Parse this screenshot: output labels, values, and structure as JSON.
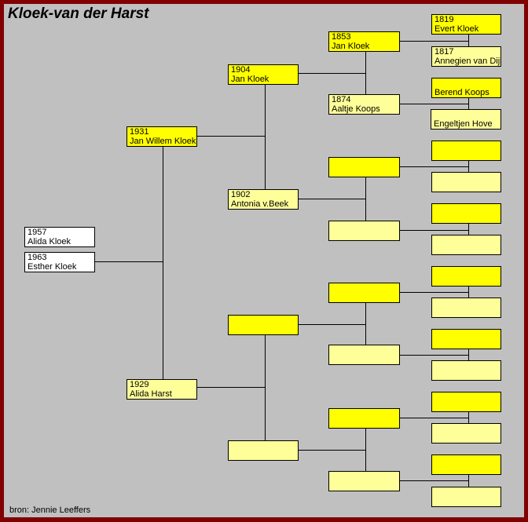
{
  "title": "Kloek-van der Harst",
  "source": "bron: Jennie Leeffers",
  "colors": {
    "frame": "#800000",
    "background": "#C0C0C0",
    "male": "#FFFF00",
    "female": "#FFFF99",
    "child": "#FFFFFF"
  },
  "children": [
    {
      "year": "1957",
      "name": "Alida Kloek"
    },
    {
      "year": "1963",
      "name": "Esther Kloek"
    }
  ],
  "parents": {
    "father": {
      "year": "1931",
      "name": "Jan Willem Kloek"
    },
    "mother": {
      "year": "1929",
      "name": "Alida Harst"
    }
  },
  "grandparents": [
    {
      "year": "1904",
      "name": "Jan Kloek"
    },
    {
      "year": "1902",
      "name": "Antonia v.Beek"
    },
    {
      "year": "",
      "name": ""
    },
    {
      "year": "",
      "name": ""
    }
  ],
  "great_grandparents": [
    {
      "year": "1853",
      "name": "Jan Kloek"
    },
    {
      "year": "1874",
      "name": "Aaltje Koops"
    },
    {
      "year": "",
      "name": ""
    },
    {
      "year": "",
      "name": ""
    },
    {
      "year": "",
      "name": ""
    },
    {
      "year": "",
      "name": ""
    },
    {
      "year": "",
      "name": ""
    },
    {
      "year": "",
      "name": ""
    }
  ],
  "great_great_grandparents": [
    {
      "year": "1819",
      "name": "Evert Kloek"
    },
    {
      "year": "1817",
      "name": "Annegien van Dijk"
    },
    {
      "year": "",
      "name": "Berend Koops"
    },
    {
      "year": "",
      "name": "Engeltjen Hove"
    },
    {
      "year": "",
      "name": ""
    },
    {
      "year": "",
      "name": ""
    },
    {
      "year": "",
      "name": ""
    },
    {
      "year": "",
      "name": ""
    },
    {
      "year": "",
      "name": ""
    },
    {
      "year": "",
      "name": ""
    },
    {
      "year": "",
      "name": ""
    },
    {
      "year": "",
      "name": ""
    },
    {
      "year": "",
      "name": ""
    },
    {
      "year": "",
      "name": ""
    },
    {
      "year": "",
      "name": ""
    },
    {
      "year": "",
      "name": ""
    }
  ]
}
